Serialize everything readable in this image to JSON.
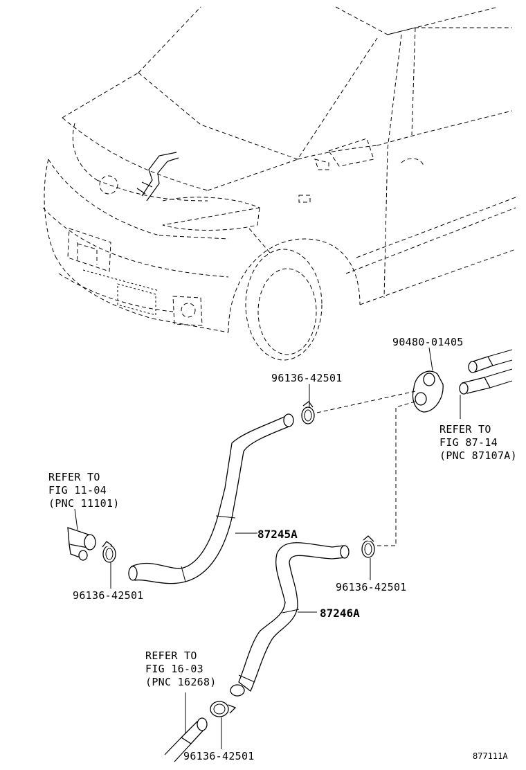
{
  "parts": {
    "hose_upper": "87245A",
    "hose_lower": "87246A",
    "clamp_top": "96136-42501",
    "clamp_left": "96136-42501",
    "clamp_right": "96136-42501",
    "clamp_bottom": "96136-42501",
    "grommet": "90480-01405"
  },
  "refs": {
    "ref_11_04": {
      "line1": "REFER TO",
      "line2": "FIG 11-04",
      "line3": "(PNC 11101)"
    },
    "ref_87_14": {
      "line1": "REFER TO",
      "line2": "FIG 87-14",
      "line3": "(PNC 87107A)"
    },
    "ref_16_03": {
      "line1": "REFER TO",
      "line2": "FIG 16-03",
      "line3": "(PNC 16268)"
    }
  },
  "figure_id": "877111A"
}
